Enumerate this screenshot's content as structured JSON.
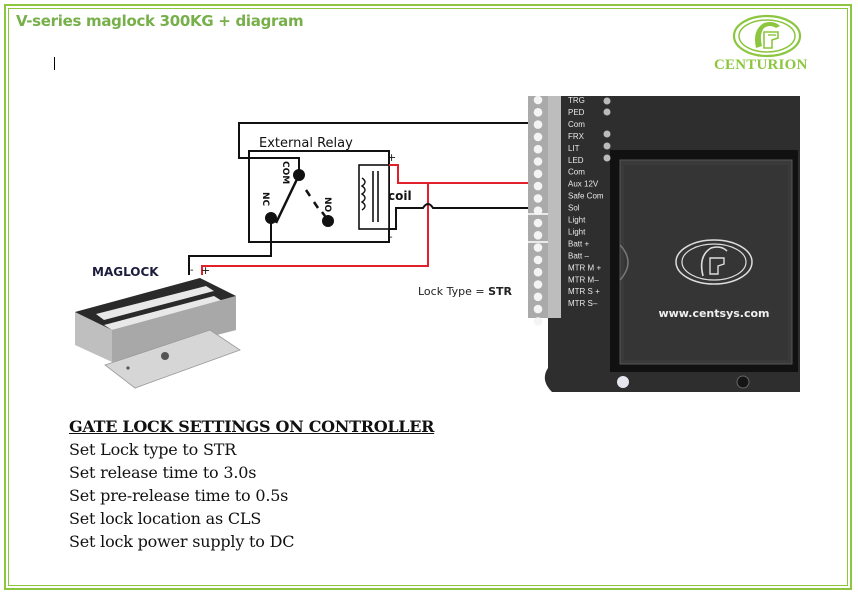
{
  "document": {
    "title": "V-series maglock 300KG + diagram",
    "brand": "CENTURION",
    "colors": {
      "accent_green": "#8cc63f",
      "title_green": "#77b04a",
      "wire_red": "#e0202a",
      "wire_black": "#111111",
      "controller_body": "#2e2e2e"
    }
  },
  "diagram": {
    "relay": {
      "title": "External Relay",
      "contacts": [
        "COM",
        "NC",
        "NO"
      ],
      "coil_label": "coil",
      "plus": "+",
      "minus": "-"
    },
    "maglock": {
      "label": "MAGLOCK",
      "minus": "-",
      "plus": "+"
    },
    "lock_type": {
      "label": "Lock Type = ",
      "value": "STR"
    },
    "controller": {
      "terminals": [
        "TRG",
        "PED",
        "Com",
        "FRX",
        "LIT",
        "LED",
        "Com",
        "Aux 12V",
        "Safe Com",
        "Sol",
        "Light",
        "Light",
        "Batt +",
        "Batt –",
        "MTR M +",
        "MTR M–",
        "MTR S +",
        "MTR S–"
      ],
      "url": "www.centsys.com"
    }
  },
  "settings": {
    "heading": "GATE LOCK SETTINGS ON CONTROLLER",
    "lines": [
      "Set Lock type to STR",
      "Set release time to 3.0s",
      "Set pre-release time to 0.5s",
      "Set lock location as CLS",
      "Set lock power supply to DC"
    ]
  }
}
